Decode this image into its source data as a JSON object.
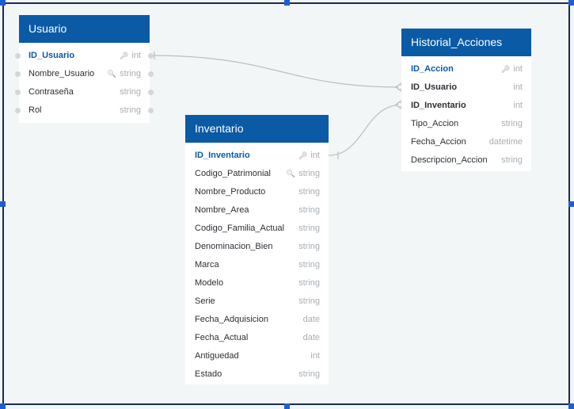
{
  "tables": [
    {
      "title": "Usuario",
      "fields": [
        {
          "name": "ID_Usuario",
          "type": "int",
          "kind": "pk"
        },
        {
          "name": "Nombre_Usuario",
          "type": "string",
          "kind": "unique"
        },
        {
          "name": "Contraseña",
          "type": "string",
          "kind": "normal"
        },
        {
          "name": "Rol",
          "type": "string",
          "kind": "normal"
        }
      ]
    },
    {
      "title": "Inventario",
      "fields": [
        {
          "name": "ID_Inventario",
          "type": "int",
          "kind": "pk"
        },
        {
          "name": "Codigo_Patrimonial",
          "type": "string",
          "kind": "unique"
        },
        {
          "name": "Nombre_Producto",
          "type": "string",
          "kind": "normal"
        },
        {
          "name": "Nombre_Area",
          "type": "string",
          "kind": "normal"
        },
        {
          "name": "Codigo_Familia_Actual",
          "type": "string",
          "kind": "normal"
        },
        {
          "name": "Denominacion_Bien",
          "type": "string",
          "kind": "normal"
        },
        {
          "name": "Marca",
          "type": "string",
          "kind": "normal"
        },
        {
          "name": "Modelo",
          "type": "string",
          "kind": "normal"
        },
        {
          "name": "Serie",
          "type": "string",
          "kind": "normal"
        },
        {
          "name": "Fecha_Adquisicion",
          "type": "date",
          "kind": "normal"
        },
        {
          "name": "Fecha_Actual",
          "type": "date",
          "kind": "normal"
        },
        {
          "name": "Antiguedad",
          "type": "int",
          "kind": "normal"
        },
        {
          "name": "Estado",
          "type": "string",
          "kind": "normal"
        }
      ]
    },
    {
      "title": "Historial_Acciones",
      "fields": [
        {
          "name": "ID_Accion",
          "type": "int",
          "kind": "pk"
        },
        {
          "name": "ID_Usuario",
          "type": "int",
          "kind": "fk"
        },
        {
          "name": "ID_Inventario",
          "type": "int",
          "kind": "fk"
        },
        {
          "name": "Tipo_Accion",
          "type": "string",
          "kind": "normal"
        },
        {
          "name": "Fecha_Accion",
          "type": "datetime",
          "kind": "normal"
        },
        {
          "name": "Descripcion_Accion",
          "type": "string",
          "kind": "normal"
        }
      ]
    }
  ],
  "relations": [
    {
      "from": "Usuario.ID_Usuario",
      "to": "Historial_Acciones.ID_Usuario",
      "cardinality": "one-to-many"
    },
    {
      "from": "Inventario.ID_Inventario",
      "to": "Historial_Acciones.ID_Inventario",
      "cardinality": "one-to-many"
    }
  ],
  "colors": {
    "header": "#0b5aa6",
    "background": "#f3f6f6",
    "primary_key": "#0b5aa6",
    "line": "#b9bfc3"
  }
}
